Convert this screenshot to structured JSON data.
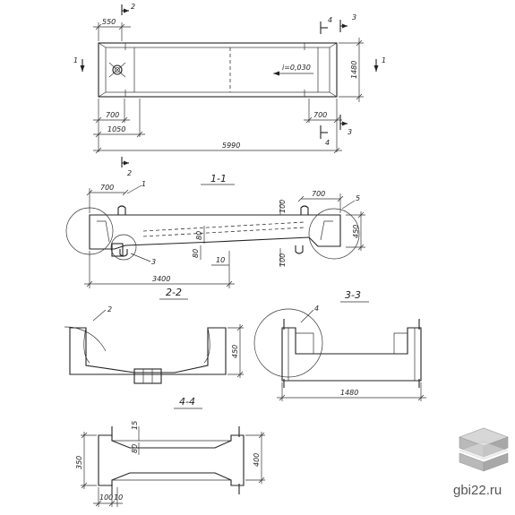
{
  "plan": {
    "dim_top": "550",
    "dim_bottom_a": "700",
    "dim_bottom_b": "1050",
    "dim_total": "5990",
    "dim_right_bottom": "700",
    "dim_height": "1480",
    "slope": "i=0,030",
    "cut_1": "1",
    "cut_2": "2",
    "cut_3": "3",
    "cut_4": "4"
  },
  "section_1_1": {
    "title": "1-1",
    "dim_left": "700",
    "dim_right": "700",
    "dim_length": "3400",
    "dim_80a": "80",
    "dim_80b": "80",
    "dim_100a": "100",
    "dim_100b": "100",
    "dim_10": "10",
    "dim_450": "450",
    "callout_1": "1",
    "callout_3": "3",
    "callout_5": "5"
  },
  "section_2_2": {
    "title": "2-2",
    "dim_450": "450",
    "callout_2": "2"
  },
  "section_3_3": {
    "title": "3-3",
    "dim_1480": "1480",
    "callout_4": "4"
  },
  "section_4_4": {
    "title": "4-4",
    "dim_15": "15",
    "dim_80": "80",
    "dim_350": "350",
    "dim_400": "400",
    "dim_100": "100",
    "dim_10": "10"
  },
  "watermark": {
    "text": "gbi22.ru"
  }
}
